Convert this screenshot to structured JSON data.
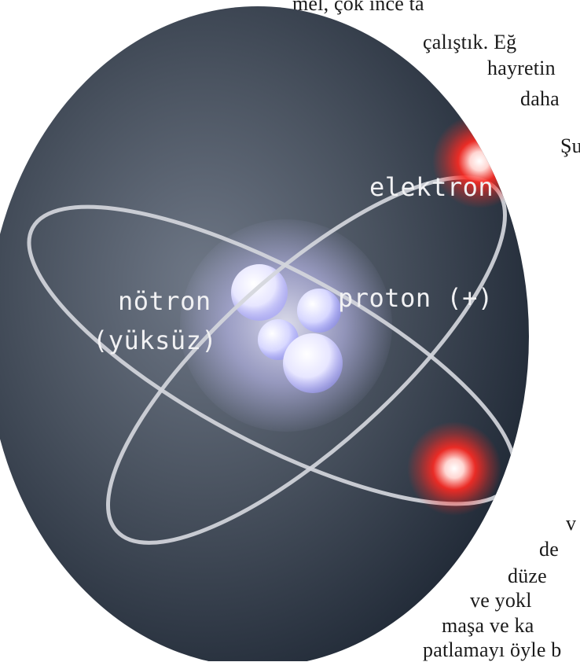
{
  "body_lines": [
    "mel, çok ince ta",
    "çalıştık. Eğ",
    "hayretin",
    "daha",
    "Şu",
    "v",
    "de",
    "düze",
    "ve yokl",
    "maşa ve ka",
    "patlamayı öyle b"
  ],
  "figure": {
    "labels": {
      "electron": "elektron (-)",
      "neutron_line1": "nötron",
      "neutron_line2": "(yüksüz)",
      "proton": "proton (+)"
    },
    "colors": {
      "background_dark": "#1a2330",
      "background_light": "#6f7887",
      "orbit": "#d4d6dc",
      "electron_glow": "#ff2a22",
      "nucleus_glow": "#c9c6ff"
    }
  }
}
